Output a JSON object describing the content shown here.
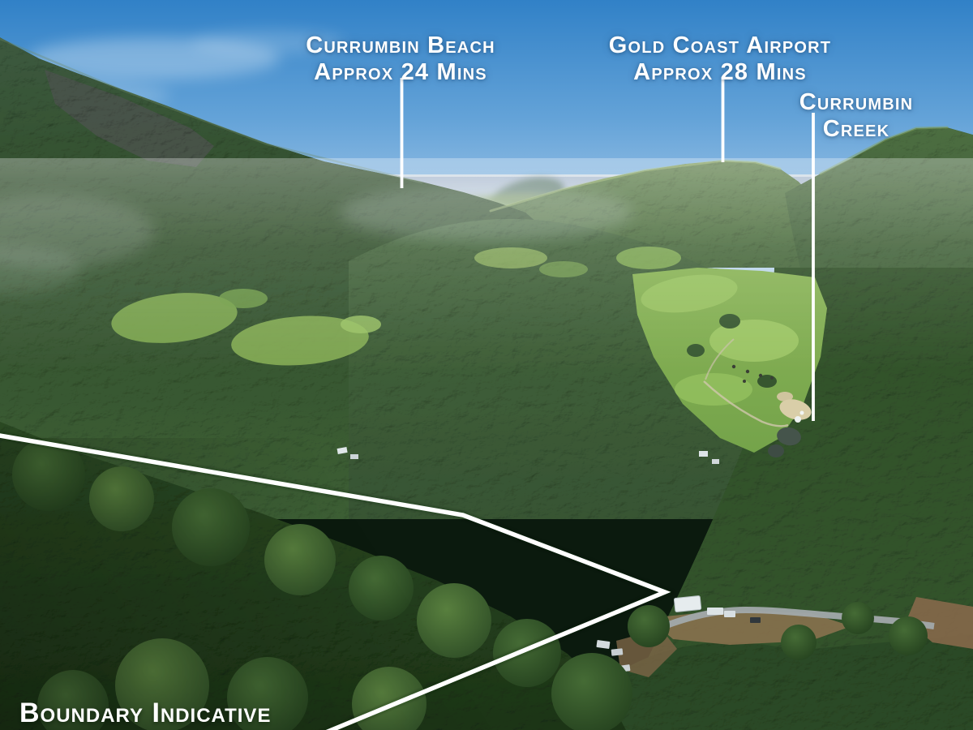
{
  "annotations": {
    "beach": {
      "line1": "Currumbin Beach",
      "line2": "Approx 24 Mins"
    },
    "airport": {
      "line1": "Gold Coast Airport",
      "line2": "Approx 28 Mins"
    },
    "creek": {
      "line1": "Currumbin",
      "line2": "Creek"
    }
  },
  "boundary": {
    "label": "Boundary Indicative"
  },
  "palette": {
    "annotation_white": "#ffffff",
    "sky_top": "#3181c7",
    "sky_horizon": "#dbe8f1",
    "sea": "#b9c6d6",
    "forest_dark": "#2c4a26",
    "forest_mid": "#3f6038",
    "forest_light": "#6f9551",
    "pasture_green": "#8ab457",
    "cliff_rock": "#4a524b",
    "dirt_brown": "#8d7350",
    "road_grey": "#a2a9ab"
  }
}
